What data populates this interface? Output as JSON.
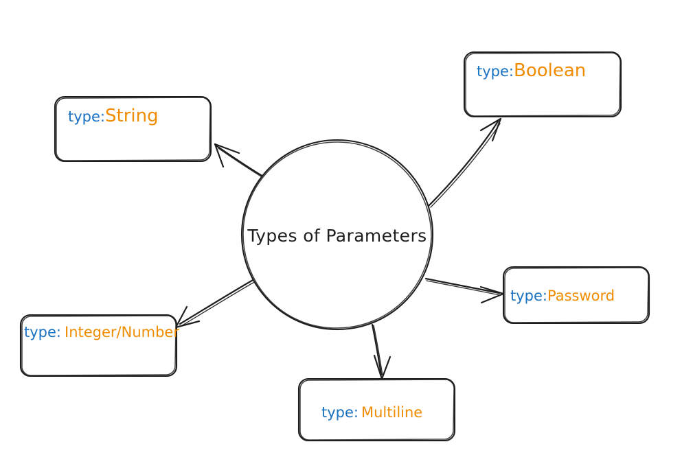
{
  "diagram": {
    "title": "Types of Parameters",
    "type": "mind-map",
    "background_color": "#ffffff",
    "stroke_color": "#1e1e1e",
    "key_color": "#1971c2",
    "value_color": "#f08c00",
    "center": {
      "label": "Types of Parameters",
      "shape": "ellipse"
    },
    "nodes": [
      {
        "id": "string",
        "key": "type:",
        "value": "String",
        "shape": "rounded-rectangle",
        "position": "top-left"
      },
      {
        "id": "boolean",
        "key": "type:",
        "value": "Boolean",
        "shape": "rounded-rectangle",
        "position": "top-right"
      },
      {
        "id": "integer-number",
        "key": "type:",
        "value": "Integer/Number",
        "shape": "rounded-rectangle",
        "position": "bottom-left"
      },
      {
        "id": "password",
        "key": "type:",
        "value": "Password",
        "shape": "rounded-rectangle",
        "position": "right"
      },
      {
        "id": "multiline",
        "key": "type:",
        "value": "Multiline",
        "shape": "rounded-rectangle",
        "position": "bottom"
      }
    ],
    "edges": [
      {
        "from": "center",
        "to": "string",
        "arrow": "to"
      },
      {
        "from": "center",
        "to": "boolean",
        "arrow": "to"
      },
      {
        "from": "center",
        "to": "integer-number",
        "arrow": "to"
      },
      {
        "from": "center",
        "to": "password",
        "arrow": "to"
      },
      {
        "from": "center",
        "to": "multiline",
        "arrow": "to"
      }
    ]
  }
}
